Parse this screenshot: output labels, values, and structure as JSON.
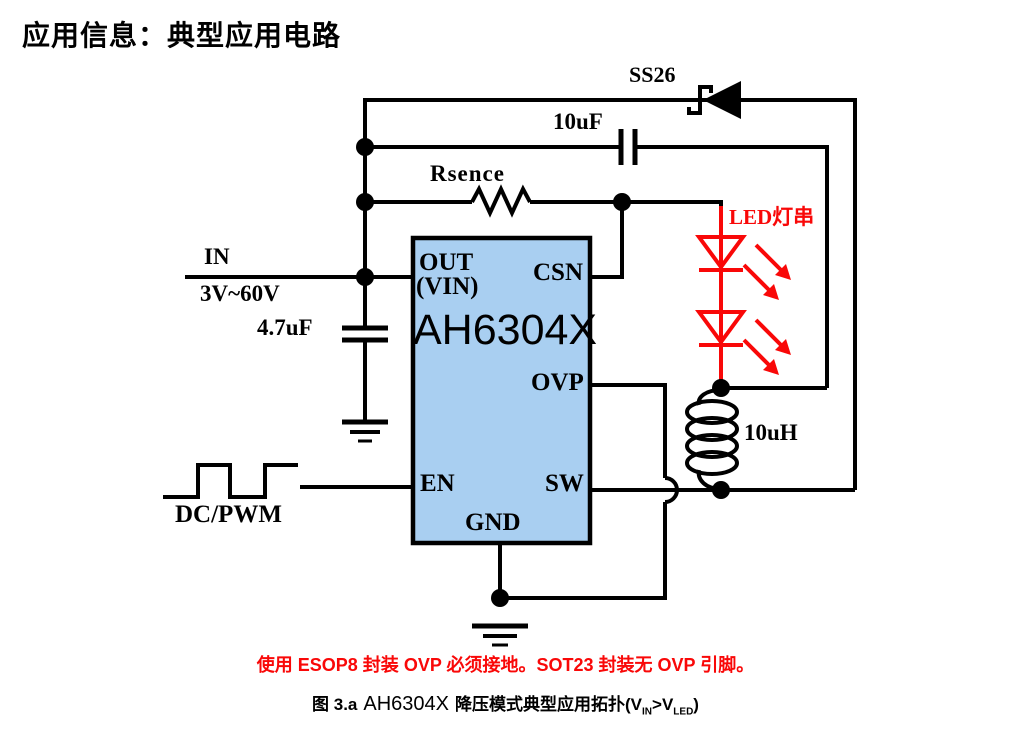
{
  "header": {
    "title": "应用信息：典型应用电路"
  },
  "colors": {
    "wire": "#000000",
    "red": "#f90808",
    "ic_fill": "#a9cff1"
  },
  "circuit": {
    "input": {
      "label": "IN",
      "voltage_range": "3V~60V"
    },
    "components": {
      "input_capacitor": "4.7uF",
      "top_capacitor": "10uF",
      "sense_resistor": "Rsence",
      "schottky_diode": "SS26",
      "inductor": "10uH",
      "led_string": "LED灯串",
      "enable_source": "DC/PWM"
    },
    "ic": {
      "part_number": "AH6304X",
      "pins": {
        "out": "OUT",
        "out_sub": "(VIN)",
        "csn": "CSN",
        "ovp": "OVP",
        "en": "EN",
        "sw": "SW",
        "gnd": "GND"
      }
    }
  },
  "footer": {
    "warning": "使用 ESOP8 封装 OVP 必须接地。SOT23 封装无 OVP 引脚。",
    "caption": {
      "figure": "图 3.a",
      "part": "AH6304X",
      "desc": "降压模式典型应用拓扑(V",
      "sub_in": "IN",
      "mid": ">V",
      "sub_led": "LED",
      "end": ")"
    }
  }
}
